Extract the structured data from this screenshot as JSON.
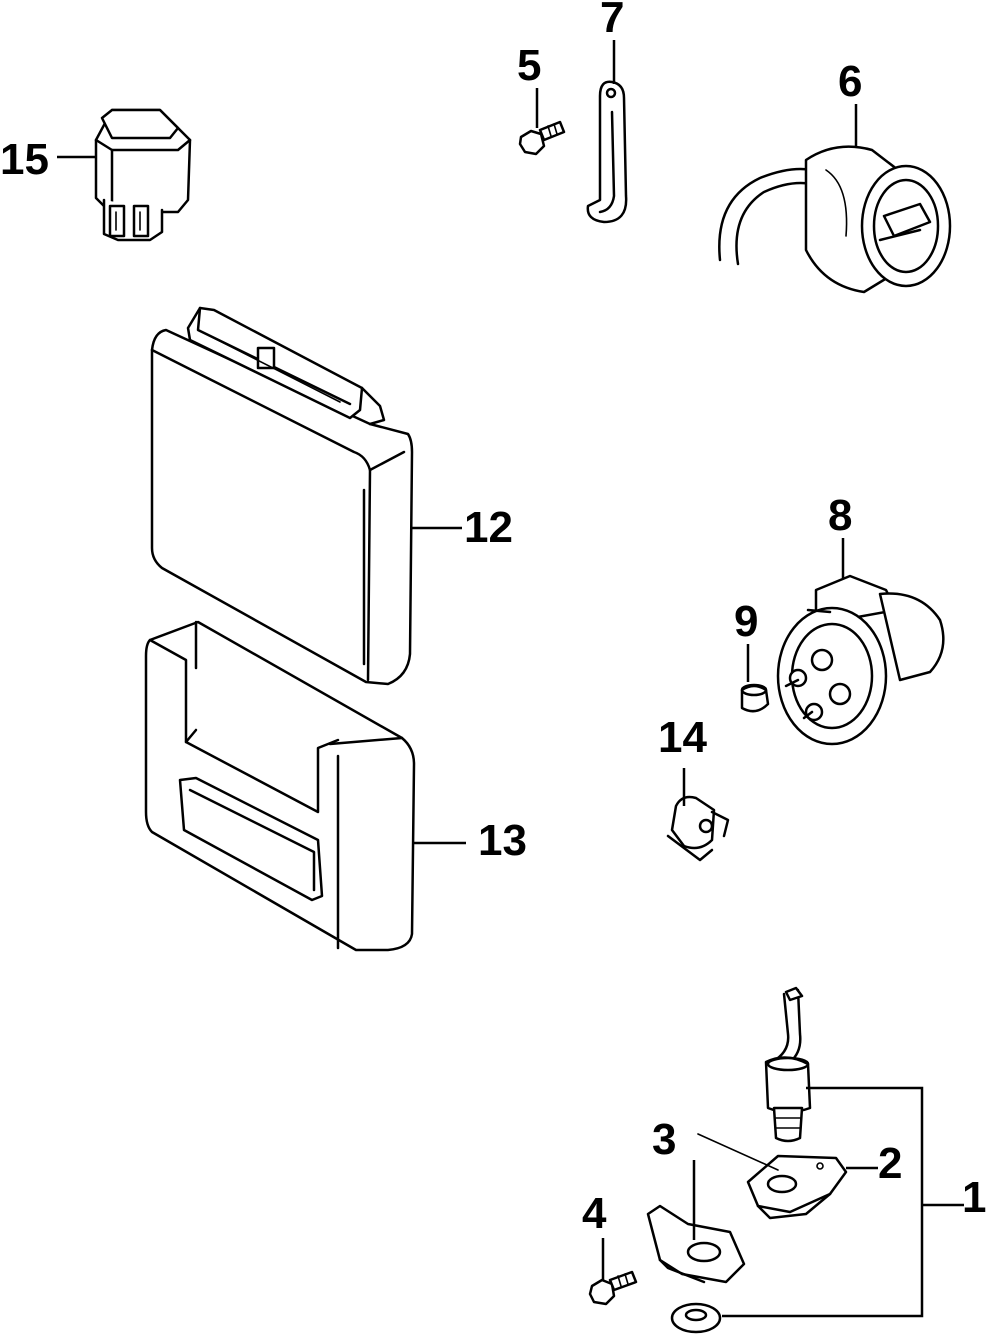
{
  "callouts": {
    "c1": "1",
    "c2": "2",
    "c3": "3",
    "c4": "4",
    "c5": "5",
    "c6": "6",
    "c7": "7",
    "c8": "8",
    "c9": "9",
    "c12": "12",
    "c13": "13",
    "c14": "14",
    "c15": "15"
  },
  "colors": {
    "ink": "#000000",
    "paper": "#ffffff"
  }
}
